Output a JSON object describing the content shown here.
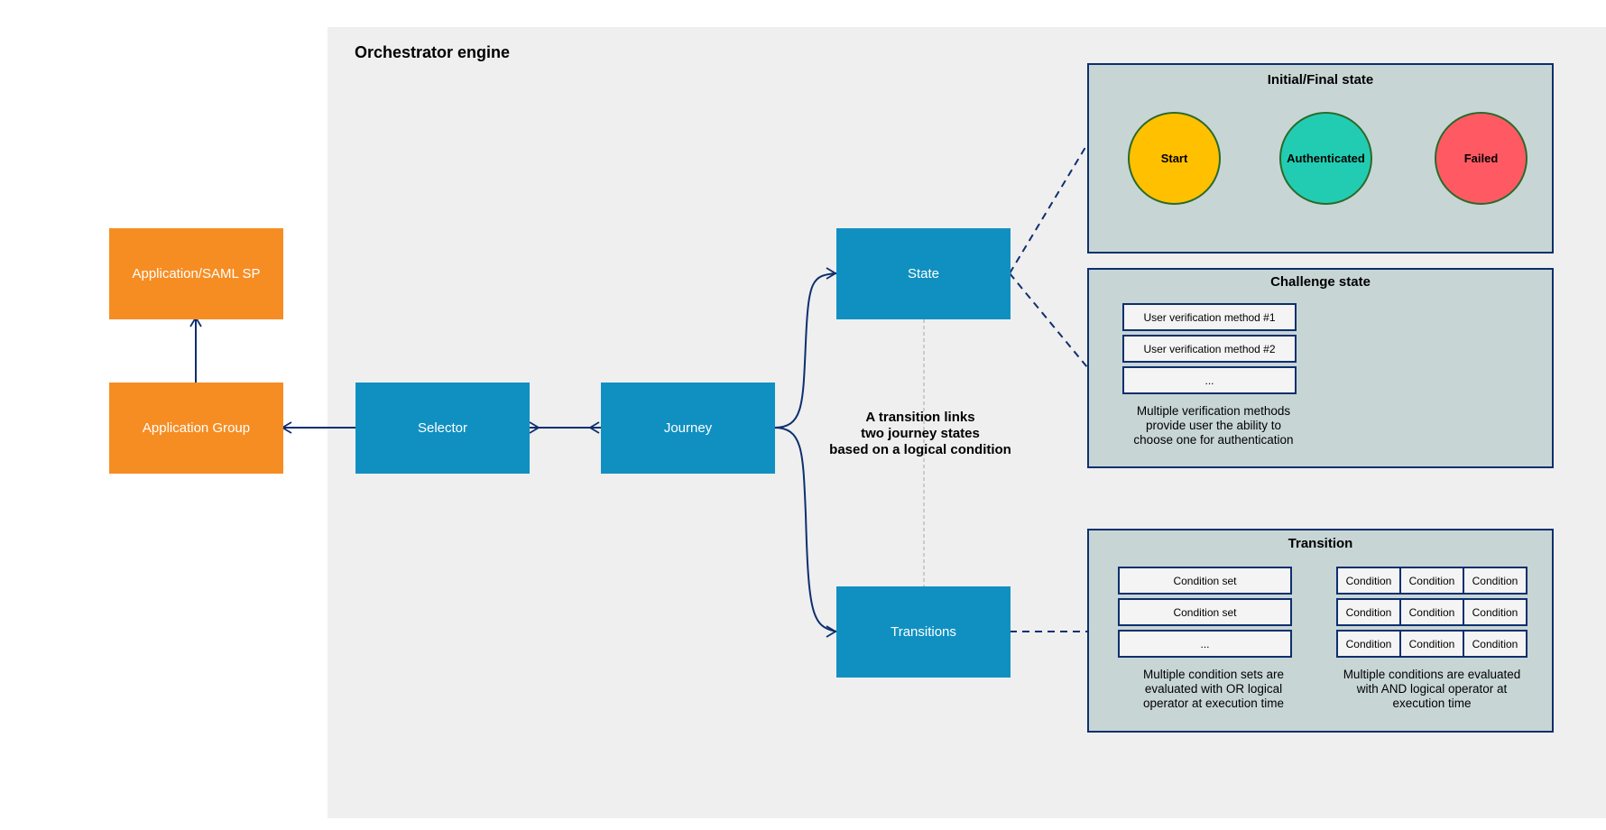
{
  "engine": {
    "title": "Orchestrator engine"
  },
  "nodes": {
    "app_saml": "Application/SAML SP",
    "app_group": "Application Group",
    "selector": "Selector",
    "journey": "Journey",
    "state": "State",
    "transitions": "Transitions"
  },
  "transition_note": {
    "line1": "A transition links",
    "line2": "two journey states",
    "line3": "based on a logical condition"
  },
  "initial_final": {
    "title": "Initial/Final state",
    "states": [
      {
        "label": "Start",
        "color": "#ffc000"
      },
      {
        "label": "Authenticated",
        "color": "#22ccb2"
      },
      {
        "label": "Failed",
        "color": "#ff5a63"
      }
    ]
  },
  "challenge": {
    "title": "Challenge state",
    "methods": [
      "User verification method #1",
      "User verification method #2",
      "..."
    ],
    "note": {
      "line1": "Multiple verification methods",
      "line2": "provide user the ability to",
      "line3": "choose one for authentication"
    }
  },
  "transition_panel": {
    "title": "Transition",
    "condition_sets": [
      "Condition set",
      "Condition set",
      "..."
    ],
    "conditions": [
      [
        "Condition",
        "Condition",
        "Condition"
      ],
      [
        "Condition",
        "Condition",
        "Condition"
      ],
      [
        "Condition",
        "Condition",
        "Condition"
      ]
    ],
    "or_note": {
      "line1": "Multiple condition sets are",
      "line2": "evaluated with OR logical",
      "line3": "operator at execution time"
    },
    "and_note": {
      "line1": "Multiple conditions are evaluated",
      "line2": "with AND logical operator at",
      "line3": "execution time"
    }
  },
  "colors": {
    "orange": "#f68d23",
    "blue": "#1090c1",
    "panel": "#c8d5d5",
    "navy": "#0d2f6e"
  }
}
